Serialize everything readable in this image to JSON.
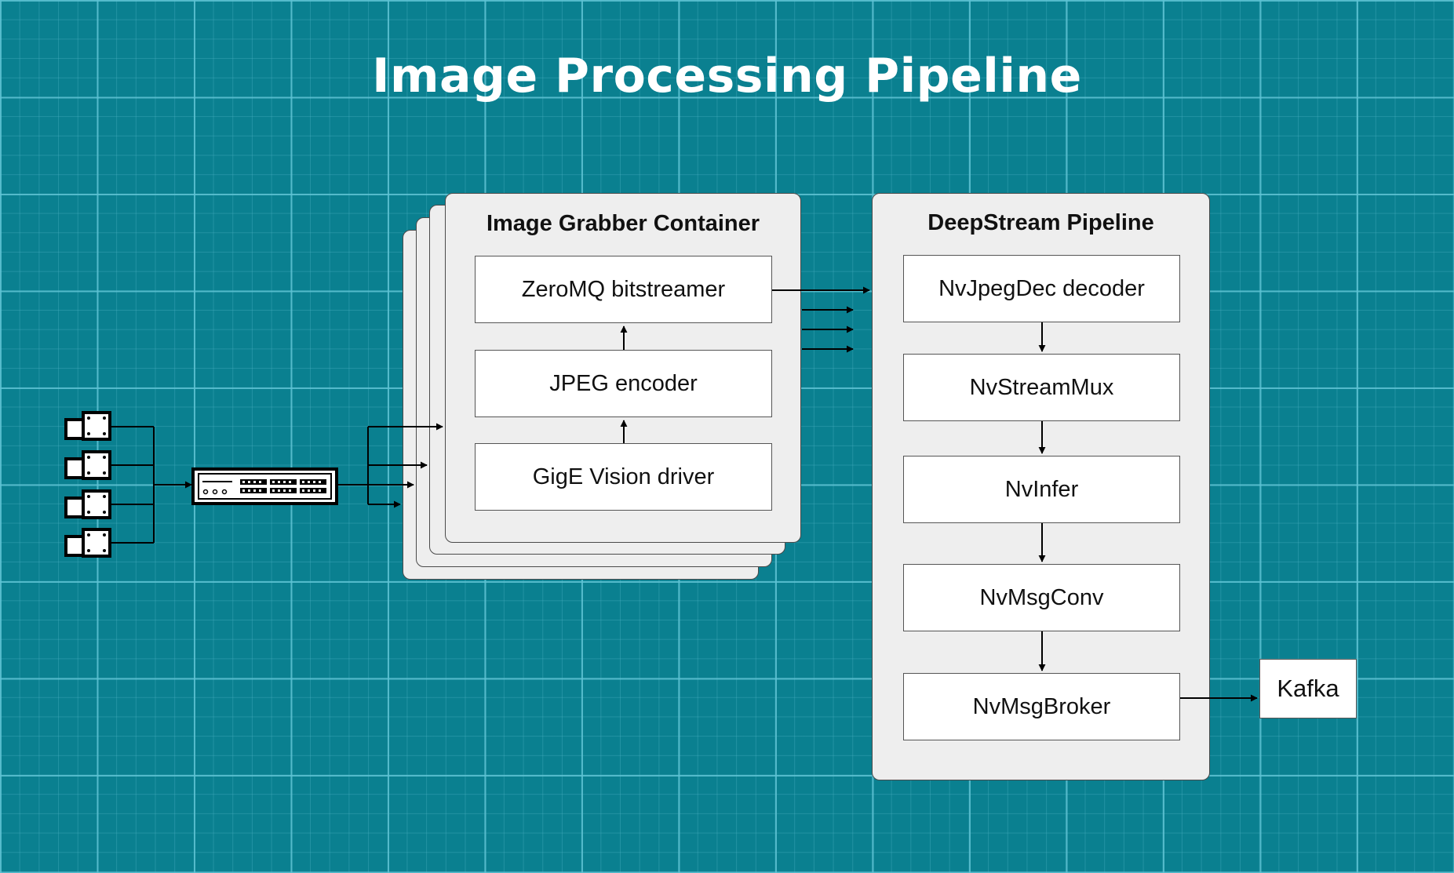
{
  "title": "Image Processing Pipeline",
  "image_grabber": {
    "title": "Image Grabber Container",
    "stages": [
      "ZeroMQ bitstreamer",
      "JPEG encoder",
      "GigE Vision driver"
    ]
  },
  "deepstream": {
    "title": "DeepStream Pipeline",
    "stages": [
      "NvJpegDec decoder",
      "NvStreamMux",
      "NvInfer",
      "NvMsgConv",
      "NvMsgBroker"
    ]
  },
  "output": {
    "label": "Kafka"
  },
  "icons": {
    "camera": "camera-icon",
    "switch": "network-switch-icon"
  },
  "colors": {
    "background": "#0a8090",
    "grid": "#5fc3d4",
    "panel": "#eeeeee",
    "box": "#ffffff"
  }
}
